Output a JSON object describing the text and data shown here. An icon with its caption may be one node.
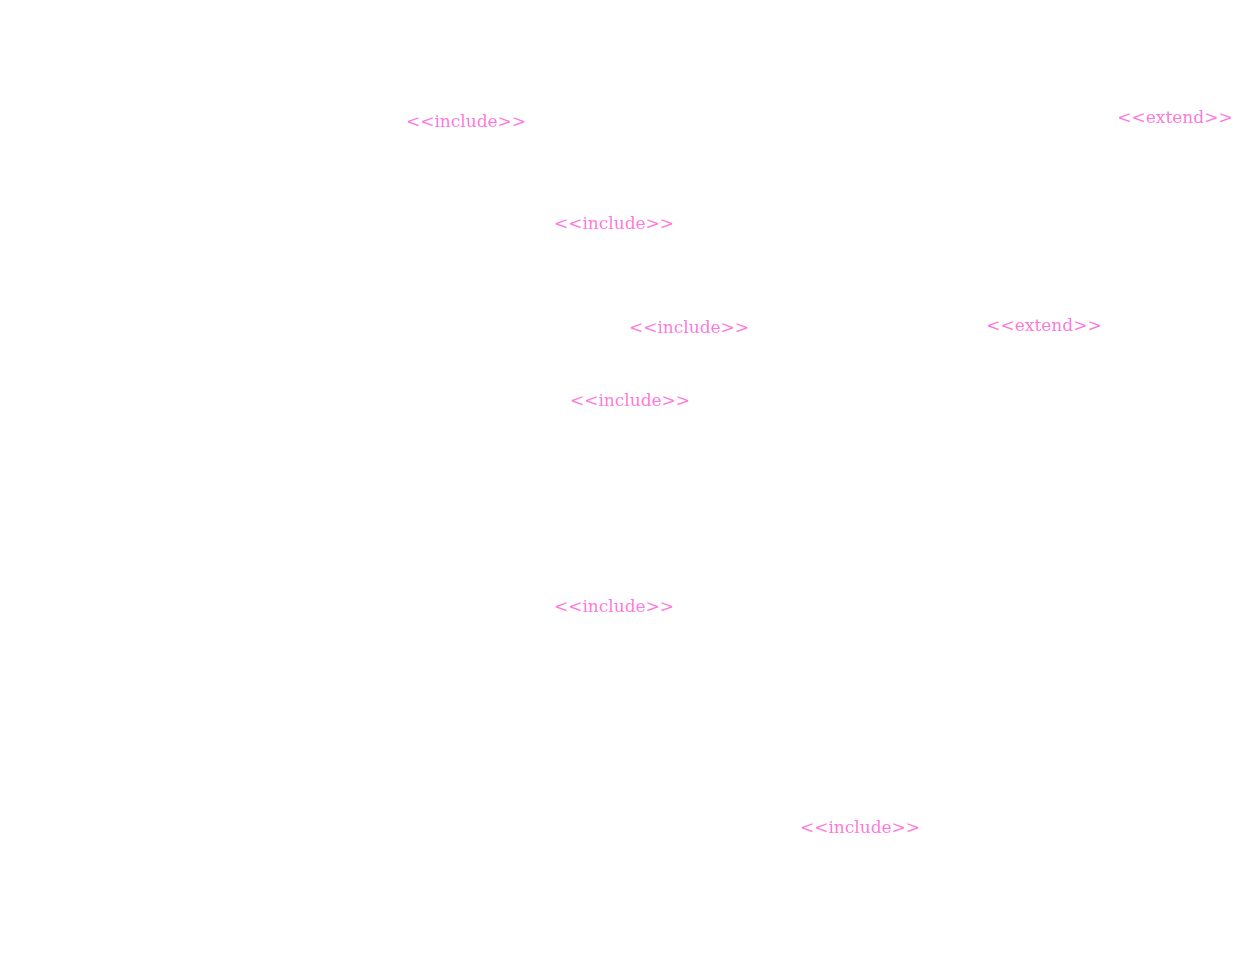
{
  "diagram": {
    "labels": [
      "<<include>>",
      "<<extend>>",
      "<<include>>",
      "<<include>>",
      "<<extend>>",
      "<<include>>",
      "<<include>>",
      "<<include>>"
    ]
  }
}
